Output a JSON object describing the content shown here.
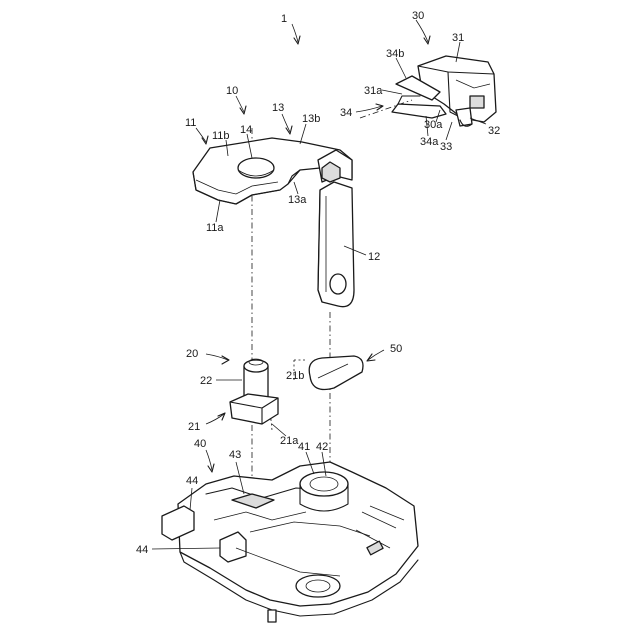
{
  "refs": {
    "r1": "1",
    "r10": "10",
    "r11": "11",
    "r11a": "11a",
    "r11b": "11b",
    "r12": "12",
    "r13": "13",
    "r13a": "13a",
    "r13b": "13b",
    "r14": "14",
    "r20": "20",
    "r21": "21",
    "r21a": "21a",
    "r21b": "21b",
    "r22": "22",
    "r30": "30",
    "r30a": "30a",
    "r31": "31",
    "r31a": "31a",
    "r32": "32",
    "r33": "33",
    "r34": "34",
    "r34a": "34a",
    "r34b": "34b",
    "r40": "40",
    "r41": "41",
    "r42": "42",
    "r43": "43",
    "r44_top": "44",
    "r44_left": "44",
    "r50": "50"
  }
}
